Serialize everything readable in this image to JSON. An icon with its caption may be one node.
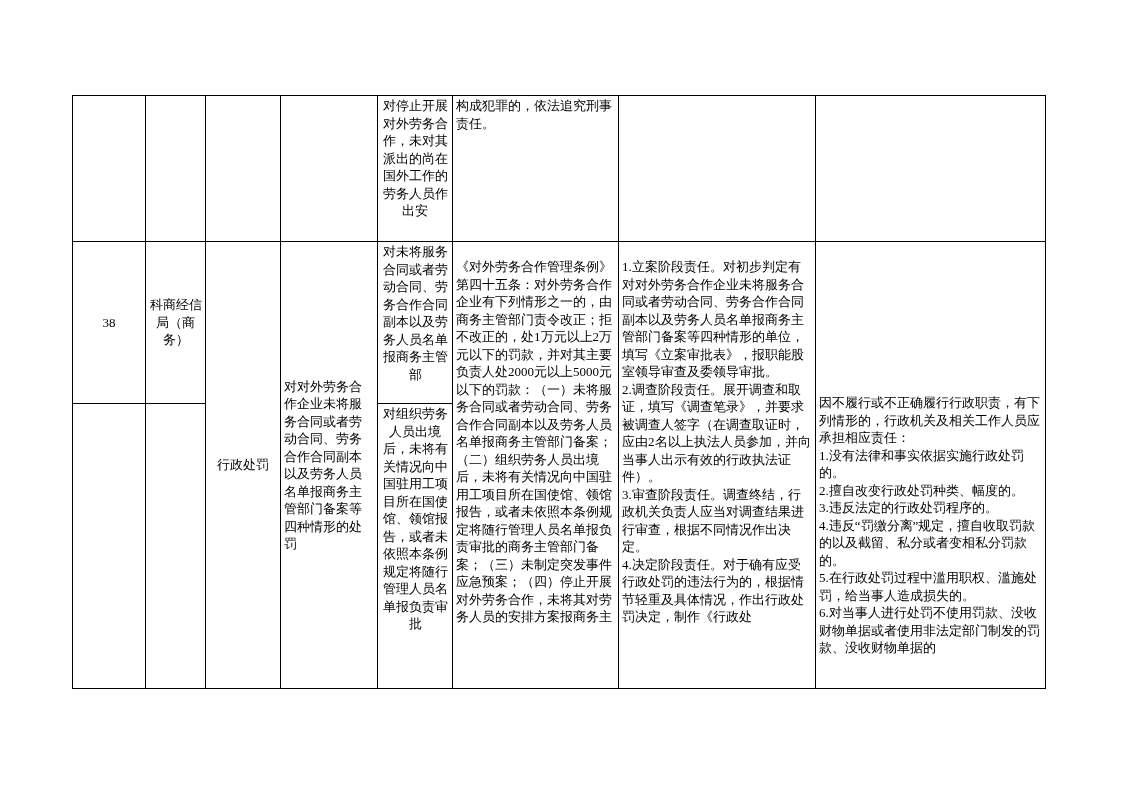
{
  "diagram": {
    "labels": [
      "对停止开展对外劳务合作，未对其派出的尚在国外工作的劳务人员作出安",
      "构成犯罪的，依法追究刑事责任。",
      "38",
      "科商经信局（商务）",
      "行政处罚",
      "对对外劳务合作企业未将服务合同或者劳动合同、劳务合作合同副本以及劳务人员名单报商务主管部门备案等四种情形的处罚",
      "对未将服务合同或者劳动合同、劳务合作合同副本以及劳务人员名单报商务主管部",
      "《对外劳务合作管理条例》第四十五条：对外劳务合作企业有下列情形之一的，由商务主管部门责令改正；拒不改正的，处1万元以上2万元以下的罚款，并对其主要负责人处2000元以上5000元以下的罚款：（一）未将服务合同或者劳动合同、劳务合作合同副本以及劳务人员名单报商务主管部门备案；（二）组织劳务人员出境后，未将有关情况向中国驻用工项目所在国使馆、领馆报告，或者未依照本条例规定将随行管理人员名单报负责审批的商务主管部门备案；（三）未制定突发事件应急预案；（四）停止开展对外劳务合作，未将其对劳务人员的安排方案报商务主",
      "1.立案阶段责任。对初步判定有对对外劳务合作企业未将服务合同或者劳动合同、劳务合作合同副本以及劳务人员名单报商务主管部门备案等四种情形的单位，填写《立案审批表》，报职能股室领导审查及委领导审批。",
      "2.调查阶段责任。展开调查和取证，填写《调查笔录》，并要求被调查人签字（在调查取证时，应由2名以上执法人员参加，并向当事人出示有效的行政执法证件）。",
      "3.审查阶段责任。调查终结，行政机关负责人应当对调查结果进行审查，根据不同情况作出决定。",
      "4.决定阶段责任。对于确有应受行政处罚的违法行为的，根据情节轻重及具体情况，作出行政处罚决定，制作《行政处",
      "因不履行或不正确履行行政职责，有下列情形的，行政机关及相关工作人员应承担相应责任：",
      "1.没有法律和事实依据实施行政处罚的。",
      "2.擅自改变行政处罚种类、幅度的。",
      "3.违反法定的行政处罚程序的。",
      "4.违反“罚缴分离”规定，擅自收取罚款的以及截留、私分或者变相私分罚款的。",
      "5.在行政处罚过程中滥用职权、滥施处罚，给当事人造成损失的。",
      "6.对当事人进行处罚不使用罚款、没收财物单据或者使用非法定部门制发的罚款、没收财物单据的",
      "对组织劳务人员出境后，未将有关情况向中国驻用工项目所在国使馆、领馆报告，或者未依照本条例规定将随行管理人员名单报负责审批"
    ]
  }
}
